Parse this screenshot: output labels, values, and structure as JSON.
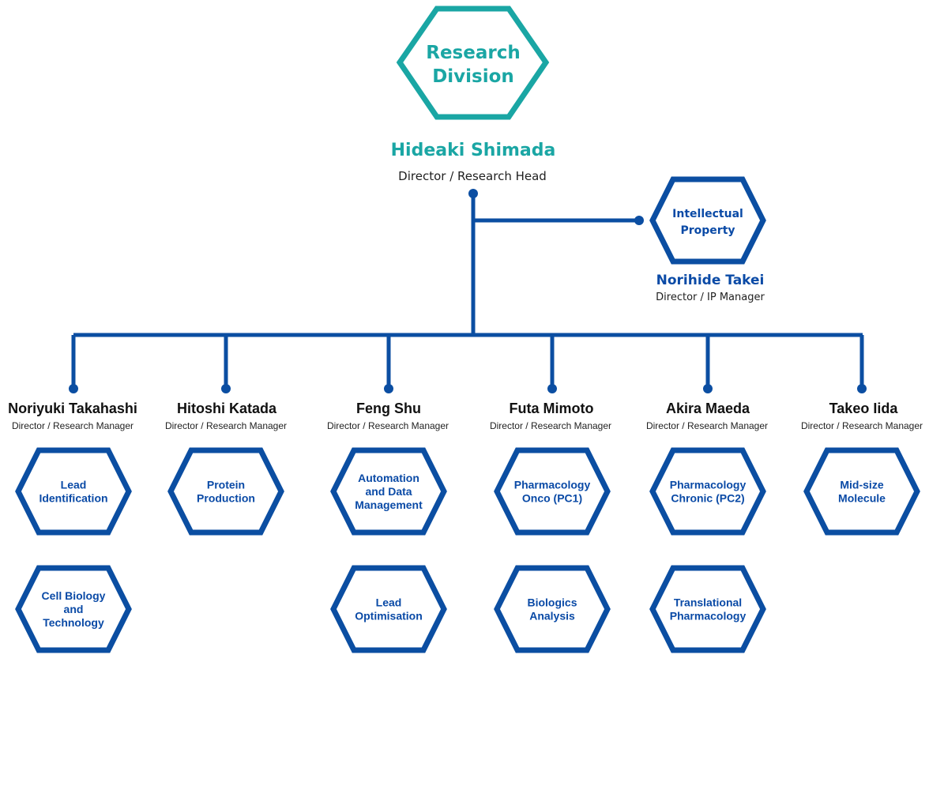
{
  "colors": {
    "teal": "#1aa6a4",
    "blue": "#0a4aa6",
    "line": "#0b4ea2"
  },
  "head": {
    "unit_lines": [
      "Research",
      "Division"
    ],
    "name": "Hideaki Shimada",
    "role": "Director / Research Head"
  },
  "ip": {
    "unit_lines": [
      "Intellectual",
      "Property"
    ],
    "name": "Norihide Takei",
    "role": "Director / IP Manager"
  },
  "managers": [
    {
      "name": "Noriyuki Takahashi",
      "role": "Director / Research Manager",
      "units": [
        [
          "Lead",
          "Identification"
        ],
        [
          "Cell Biology",
          "and",
          "Technology"
        ]
      ]
    },
    {
      "name": "Hitoshi Katada",
      "role": "Director / Research Manager",
      "units": [
        [
          "Protein",
          "Production"
        ]
      ]
    },
    {
      "name": "Feng Shu",
      "role": "Director / Research Manager",
      "units": [
        [
          "Automation",
          "and Data",
          "Management"
        ],
        [
          "Lead",
          "Optimisation"
        ]
      ]
    },
    {
      "name": "Futa Mimoto",
      "role": "Director / Research Manager",
      "units": [
        [
          "Pharmacology",
          "Onco (PC1)"
        ],
        [
          "Biologics",
          "Analysis"
        ]
      ]
    },
    {
      "name": "Akira Maeda",
      "role": "Director / Research Manager",
      "units": [
        [
          "Pharmacology",
          "Chronic (PC2)"
        ],
        [
          "Translational",
          "Pharmacology"
        ]
      ]
    },
    {
      "name": "Takeo Iida",
      "role": "Director / Research Manager",
      "units": [
        [
          "Mid-size",
          "Molecule"
        ]
      ]
    }
  ]
}
